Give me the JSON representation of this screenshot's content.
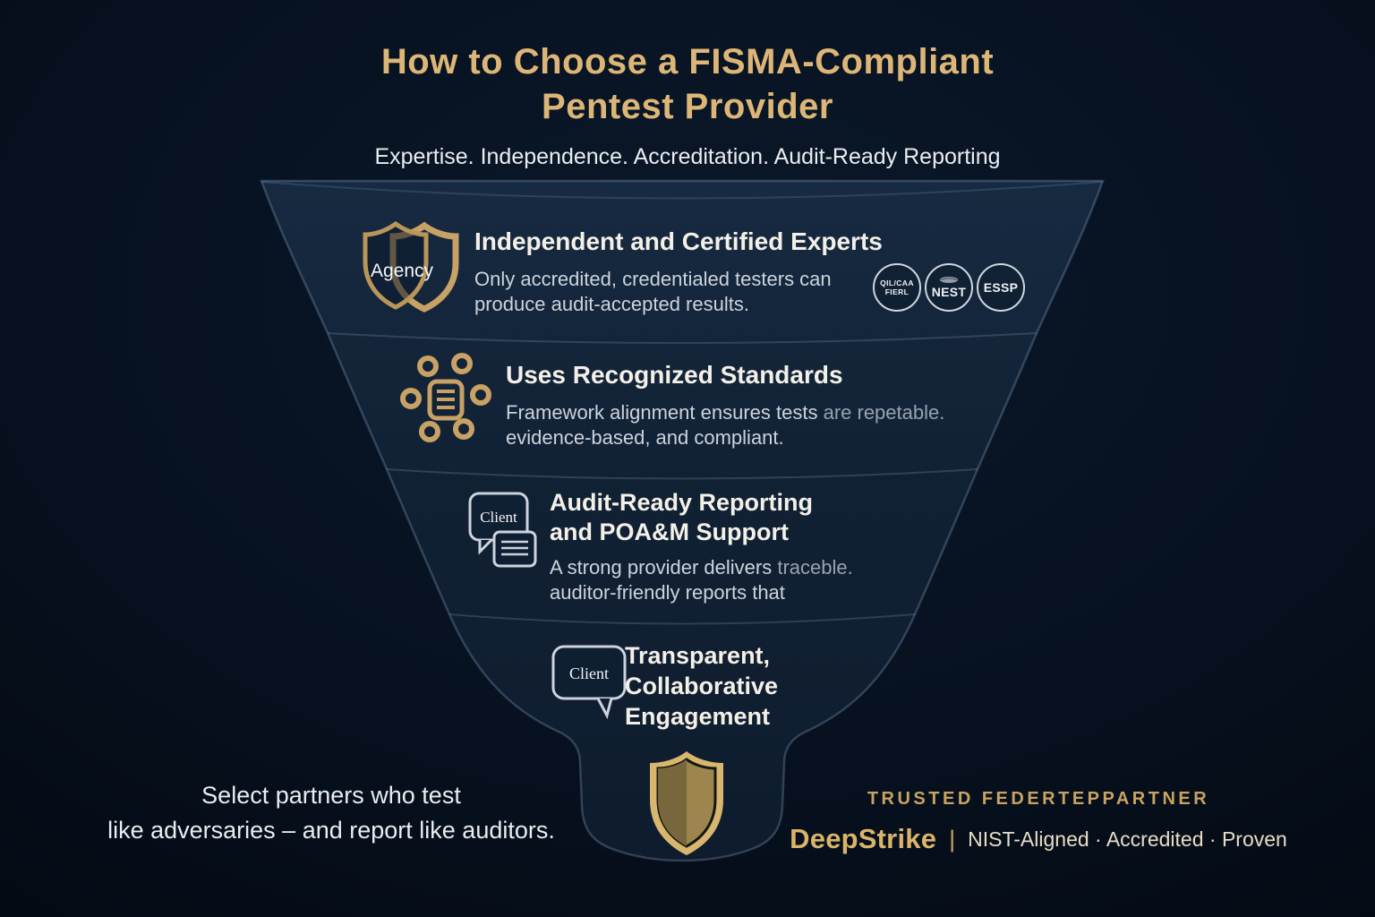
{
  "colors": {
    "background": "#071120",
    "funnel_fill": "#11233b",
    "gold_accent": "#d6b26d",
    "title_gold": "#ddb677",
    "text_bright": "#f3f0e7",
    "text_body": "#ccd3dc",
    "text_dim": "#98a2ae"
  },
  "title": {
    "line1": "How to Choose a FISMA-Compliant",
    "line2": "Pentest Provider"
  },
  "subtitle": "Expertise. Independence. Accreditation. Audit-Ready Reporting",
  "tiers": [
    {
      "icon": "agency-shield-icon",
      "icon_label": "Agency",
      "heading": "Independent and Certified Experts",
      "body_line1": "Only accredited, credentialed testers can",
      "body_line2": "produce audit-accepted results.",
      "badges": [
        {
          "line1": "QIL/CAA",
          "line2": "FIERL"
        },
        {
          "label": "NEST"
        },
        {
          "label": "ESSP"
        }
      ]
    },
    {
      "icon": "standards-nodes-icon",
      "heading": "Uses Recognized Standards",
      "body_bright1": "Framework alignment ensures tests ",
      "body_dim1": "are repetable.",
      "body_line2": "evidence-based, and compliant."
    },
    {
      "icon": "client-report-icon",
      "icon_label": "Client",
      "heading_line1": "Audit-Ready Reporting",
      "heading_line2": "and POA&M Support",
      "body_bright1": "A strong provider delivers ",
      "body_dim1": "traceble.",
      "body_line2": "auditor-friendly reports that"
    },
    {
      "icon": "client-chat-icon",
      "icon_label": "Client",
      "heading_line1": "Transparent,",
      "heading_line2": "Collaborative",
      "heading_line3": "Engagement"
    }
  ],
  "bottom_icon": "gold-shield-icon",
  "footer": {
    "tagline_line1": "Select partners who test",
    "tagline_line2": "like adversaries – and report like auditors.",
    "trusted_label": "TRUSTED FEDERTEPPARTNER",
    "brand": "DeepStrike",
    "divider": "|",
    "brand_tags": "NIST-Aligned · Accredited · Proven"
  }
}
